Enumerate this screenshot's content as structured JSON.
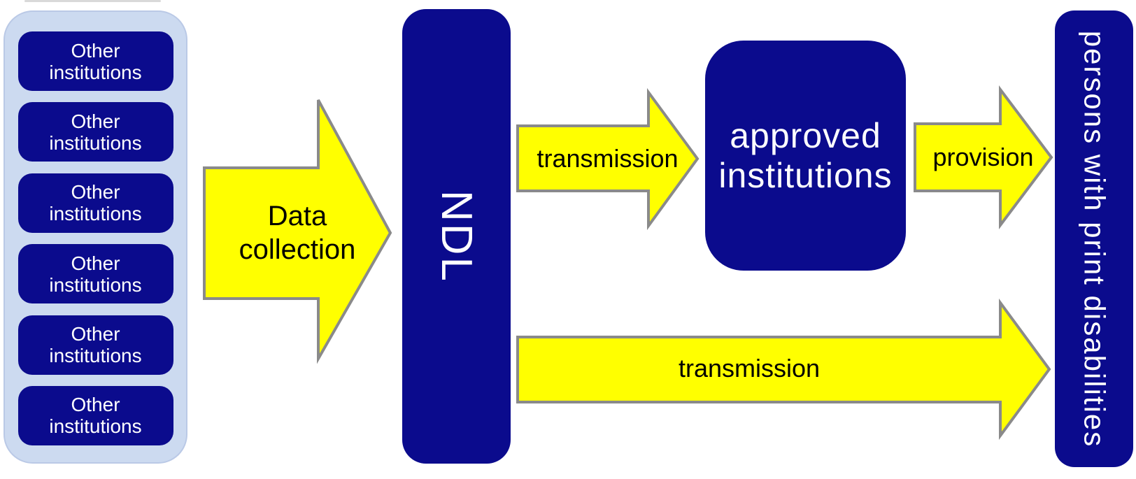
{
  "colors": {
    "navy": "#0b0b8d",
    "light_blue_panel": "#ccdaf0",
    "arrow_yellow": "#ffff00",
    "arrow_border_gray": "#8a8a8a",
    "text_on_navy": "#ffffff",
    "text_on_yellow": "#000000"
  },
  "sources": {
    "items": [
      {
        "label": "Other institutions"
      },
      {
        "label": "Other institutions"
      },
      {
        "label": "Other institutions"
      },
      {
        "label": "Other institutions"
      },
      {
        "label": "Other institutions"
      },
      {
        "label": "Other institutions"
      }
    ]
  },
  "ndl": {
    "label": "NDL"
  },
  "approved": {
    "label": "approved institutions"
  },
  "recipients": {
    "label": "persons with print disabilities"
  },
  "arrows": {
    "data_collection": {
      "label": "Data collection",
      "direction": "right"
    },
    "transmission_top": {
      "label": "transmission",
      "direction": "right"
    },
    "provision": {
      "label": "provision",
      "direction": "right"
    },
    "transmission_bottom": {
      "label": "transmission",
      "direction": "right"
    }
  }
}
